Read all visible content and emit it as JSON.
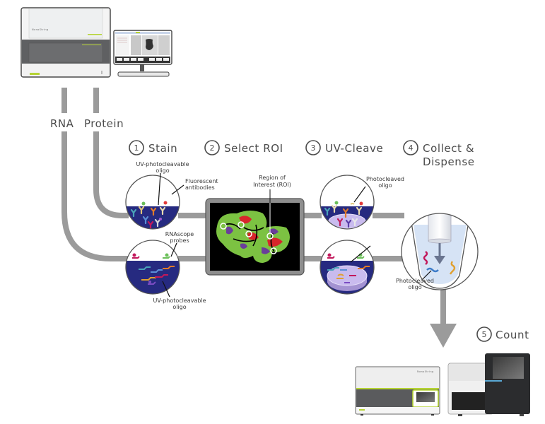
{
  "branches": {
    "rna_label": "RNA",
    "protein_label": "Protein"
  },
  "steps": [
    {
      "number": "1",
      "title": "Stain"
    },
    {
      "number": "2",
      "title": "Select ROI"
    },
    {
      "number": "3",
      "title": "UV-Cleave"
    },
    {
      "number": "4",
      "title_line1": "Collect &",
      "title_line2": "Dispense"
    },
    {
      "number": "5",
      "title": "Count"
    }
  ],
  "annotations": {
    "stain_protein_oligo_line1": "UV-photocleavable",
    "stain_protein_oligo_line2": "oligo",
    "stain_antibodies_line1": "Fluorescent",
    "stain_antibodies_line2": "antibodies",
    "stain_rna_probes_line1": "RNAscope",
    "stain_rna_probes_line2": "probes",
    "stain_rna_oligo_line1": "UV-photocleavable",
    "stain_rna_oligo_line2": "oligo",
    "roi_line1": "Region of",
    "roi_line2": "Interest (ROI)",
    "cleave_oligo_line1": "Photocleaved",
    "cleave_oligo_line2": "oligo",
    "collect_oligo_line1": "Photocleaved",
    "collect_oligo_line2": "oligo"
  },
  "instrument": {
    "brand": "NanoString"
  },
  "colors": {
    "pipe": "#9b9b9b",
    "tissue_navy": "#262a80",
    "roi_green": "#7cc242",
    "roi_red": "#d7262b",
    "roi_purple": "#6a3d9a",
    "accent_lime": "#b5d334",
    "liquid": "#d6e3f5"
  }
}
